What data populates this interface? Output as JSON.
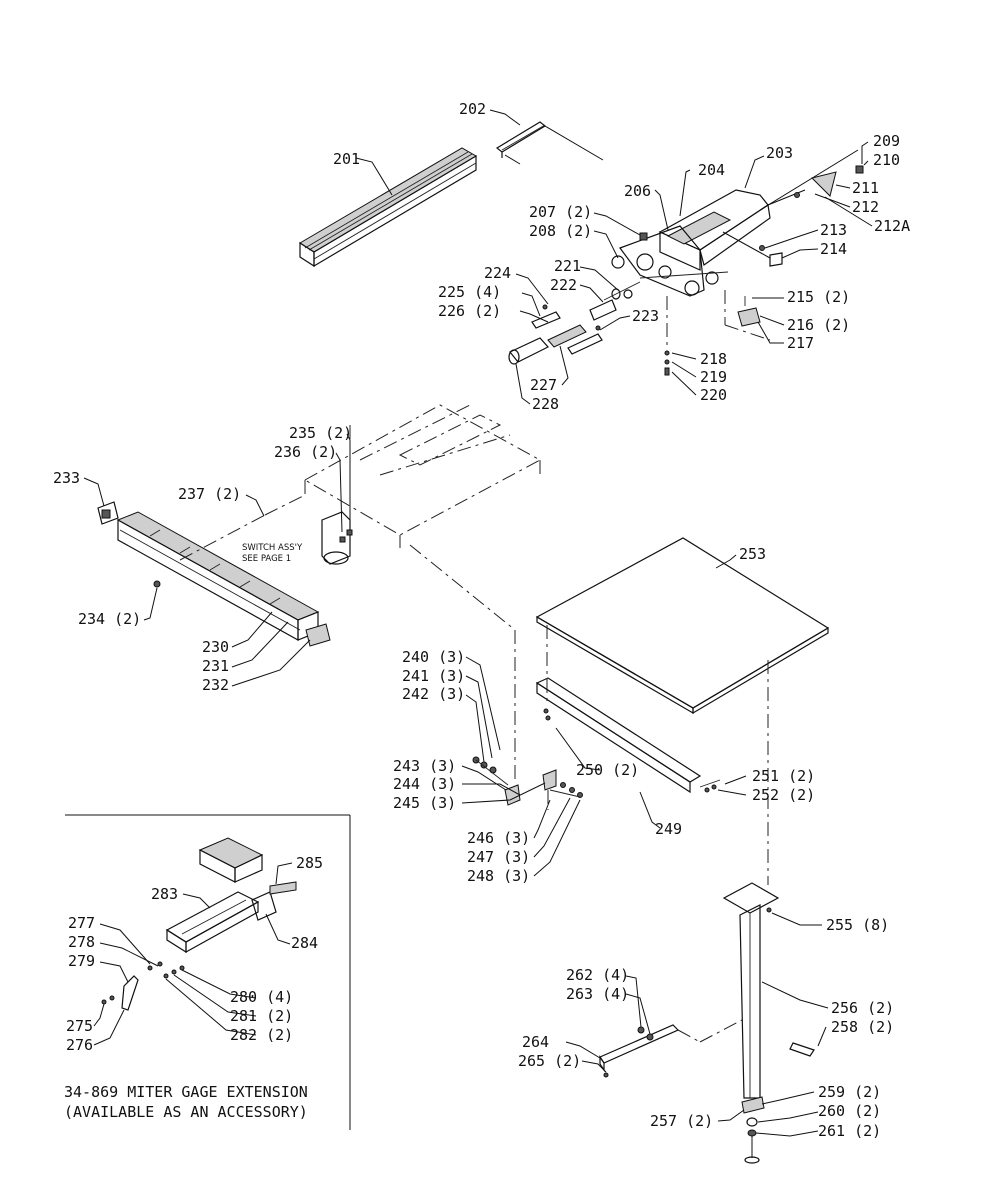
{
  "labels": {
    "p201": "201",
    "p202": "202",
    "p203": "203",
    "p204": "204",
    "p206": "206",
    "p207": "207 (2)",
    "p208": "208 (2)",
    "p209": "209",
    "p210": "210",
    "p211": "211",
    "p212": "212",
    "p212a": "212A",
    "p213": "213",
    "p214": "214",
    "p215": "215 (2)",
    "p216": "216 (2)",
    "p217": "217",
    "p218": "218",
    "p219": "219",
    "p220": "220",
    "p221": "221",
    "p222": "222",
    "p223": "223",
    "p224": "224",
    "p225": "225 (4)",
    "p226": "226 (2)",
    "p227": "227",
    "p228": "228",
    "p230": "230",
    "p231": "231",
    "p232": "232",
    "p233": "233",
    "p234": "234 (2)",
    "p235": "235 (2)",
    "p236": "236 (2)",
    "p237": "237 (2)",
    "p240": "240 (3)",
    "p241": "241 (3)",
    "p242": "242 (3)",
    "p243": "243 (3)",
    "p244": "244 (3)",
    "p245": "245 (3)",
    "p246": "246 (3)",
    "p247": "247 (3)",
    "p248": "248 (3)",
    "p249": "249",
    "p250": "250 (2)",
    "p251": "251 (2)",
    "p252": "252 (2)",
    "p253": "253",
    "p255": "255 (8)",
    "p256": "256 (2)",
    "p257": "257 (2)",
    "p258": "258 (2)",
    "p259": "259 (2)",
    "p260": "260 (2)",
    "p261": "261 (2)",
    "p262": "262 (4)",
    "p263": "263 (4)",
    "p264": "264",
    "p265": "265 (2)",
    "p275": "275",
    "p276": "276",
    "p277": "277",
    "p278": "278",
    "p279": "279",
    "p280": "280 (4)",
    "p281": "281 (2)",
    "p282": "282 (2)",
    "p283": "283",
    "p284": "284",
    "p285": "285"
  },
  "switch_note": {
    "line1": "SWITCH ASS'Y",
    "line2": "SEE PAGE 1"
  },
  "inset_caption": {
    "line1": "34-869 MITER GAGE EXTENSION",
    "line2": "(AVAILABLE AS AN ACCESSORY)"
  }
}
